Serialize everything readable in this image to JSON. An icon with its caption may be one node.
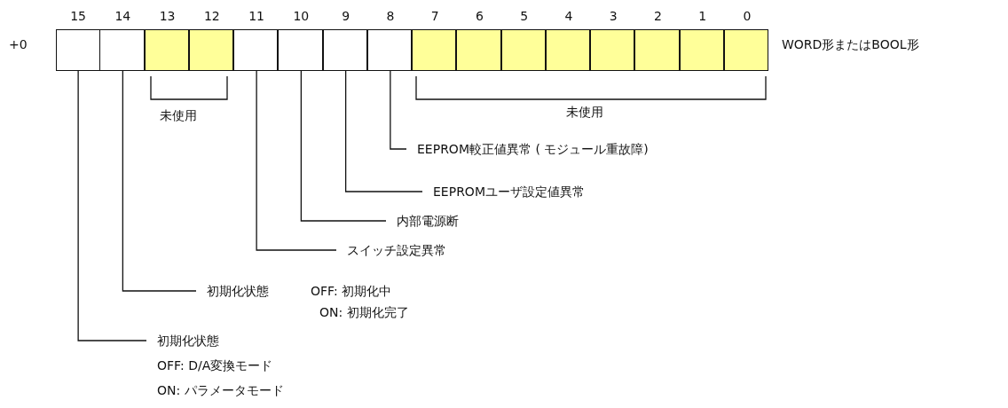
{
  "diagram": {
    "nodes": [
      {
        "text": [],
        "shape": "box"
      },
      {
        "text": [],
        "shape": "box"
      },
      {
        "text": [],
        "shape": "box"
      },
      {
        "text": [],
        "shape": "box"
      },
      {
        "text": [],
        "shape": "box"
      },
      {
        "text": [],
        "shape": "box"
      },
      {
        "text": [],
        "shape": "box"
      },
      {
        "text": [],
        "shape": "box"
      },
      {
        "text": [],
        "shape": "box"
      },
      {
        "text": [],
        "shape": "box"
      },
      {
        "text": [],
        "shape": "box"
      },
      {
        "text": [],
        "shape": "box"
      },
      {
        "text": [],
        "shape": "box"
      },
      {
        "text": [],
        "shape": "box"
      },
      {
        "text": [],
        "shape": "box"
      },
      {
        "text": [],
        "shape": "box"
      },
      {
        "text": [
          "EEPROM較正値異常 ( モジュール重故障)"
        ]
      },
      {
        "text": [
          "EEPROMユーザ設定値異常"
        ]
      },
      {
        "text": [
          "内部電源断"
        ]
      },
      {
        "text": [
          "スイッチ設定異常"
        ]
      },
      {
        "text": [
          "初期化状態",
          "OFF: 初期化中",
          "ON: 初期化完了"
        ]
      },
      {
        "text": [
          "初期化状態",
          "OFF: D/A変換モード",
          "ON: パラメータモード"
        ]
      }
    ],
    "edges": [
      {
        "from": 16,
        "to": 7,
        "arrow": "none"
      },
      {
        "from": 17,
        "to": 6,
        "arrow": "none"
      },
      {
        "from": 18,
        "to": 5,
        "arrow": "none"
      },
      {
        "from": 19,
        "to": 4,
        "arrow": "none"
      },
      {
        "from": 20,
        "to": 1,
        "arrow": "none"
      },
      {
        "from": 21,
        "to": 0,
        "arrow": "none"
      }
    ],
    "labels": [
      "15",
      "14",
      "13",
      "12",
      "11",
      "10",
      "9",
      "8",
      "7",
      "6",
      "5",
      "4",
      "3",
      "2",
      "1",
      "0",
      "+0",
      "WORD形またはBOOL形",
      "未使用",
      "未使用"
    ]
  }
}
